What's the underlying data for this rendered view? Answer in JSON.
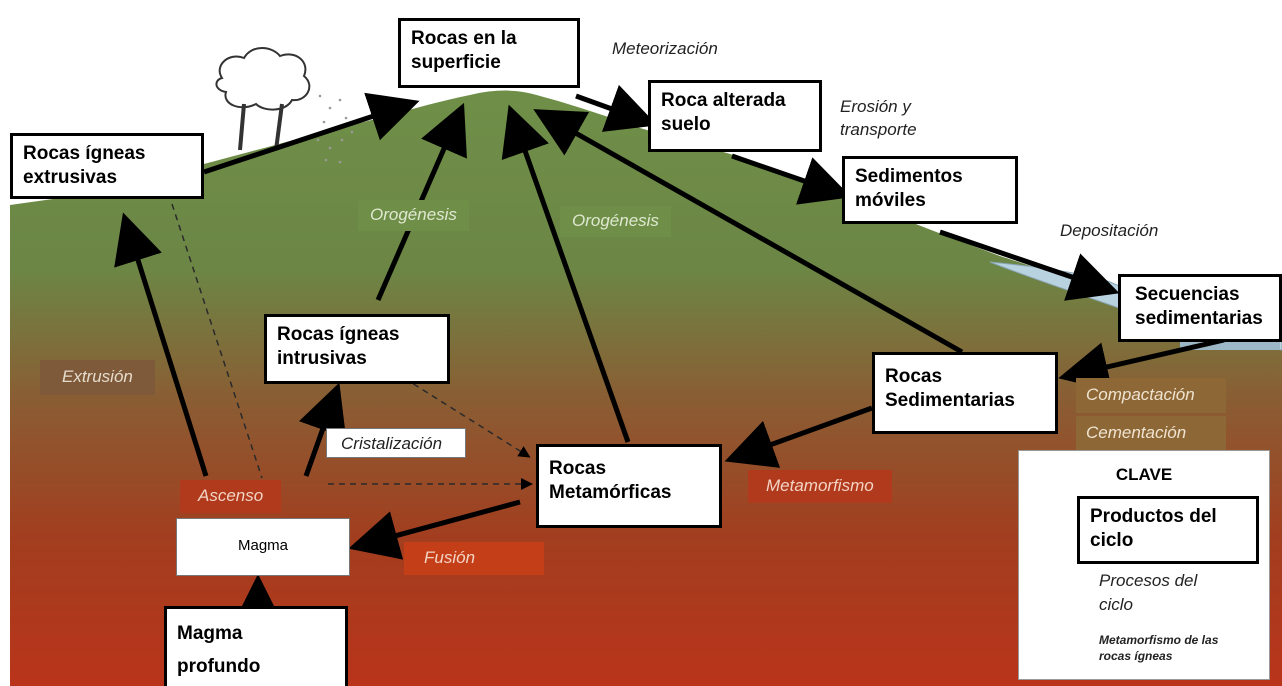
{
  "boxes": {
    "surface": "Rocas en la\nsuperficie",
    "extrusive": "Rocas ígneas\nextrusivas",
    "altered": "Roca alterada\nsuelo",
    "sediments": "Sedimentos\nmóviles",
    "sequences": "Secuencias\nsedimentarias",
    "intrusive": "Rocas ígneas\nintrusivas",
    "sedimentary": "Rocas\nSedimentarias",
    "metamorphic": "Rocas\nMetamórficas",
    "magma": "Magma",
    "deep_magma": "Magma\nprofundo"
  },
  "processes": {
    "weathering": "Meteorización",
    "erosion": "Erosión y\ntransporte",
    "deposition": "Depositación",
    "orogeny_left": "Orogénesis",
    "orogeny_right": "Orogénesis",
    "extrusion": "Extrusión",
    "crystallization": "Cristalización",
    "ascent": "Ascenso",
    "metamorphism": "Metamorfismo",
    "melting": "Fusión",
    "compaction": "Compactación",
    "cementation": "Cementación"
  },
  "key": {
    "title": "CLAVE",
    "products": "Productos del\nciclo",
    "processes": "Procesos del\nciclo",
    "igneous_metamorphism": "Metamorfismo de las\nrocas ígneas"
  },
  "colors": {
    "sky": "#ffffff",
    "hill_green": "#6f8f48",
    "crust_brown": "#8a5a32",
    "magma_red": "#b5321a",
    "water": "#b9d2e0"
  }
}
